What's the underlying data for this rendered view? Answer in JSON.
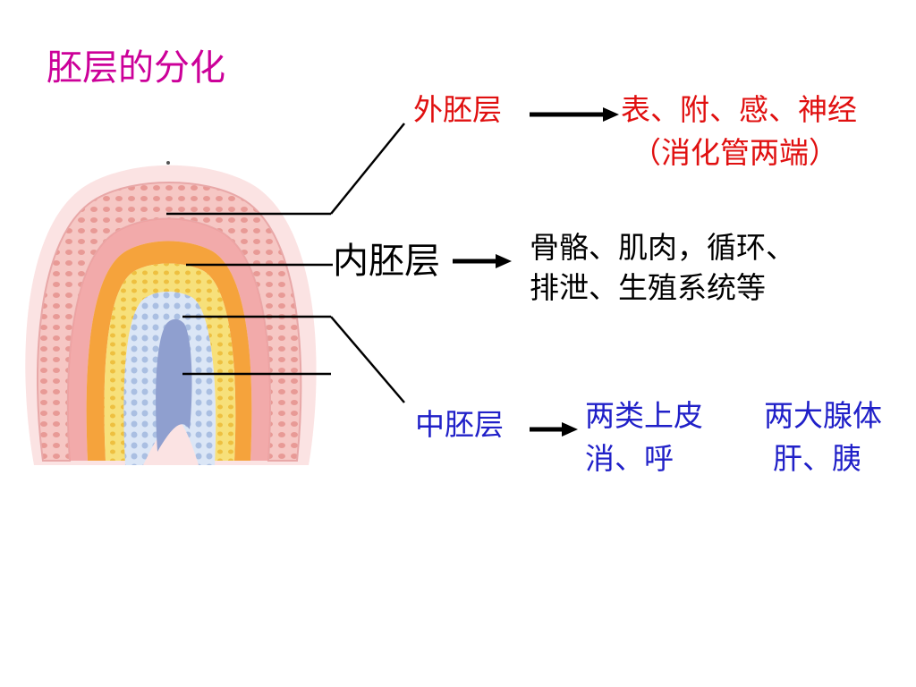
{
  "title": "胚层的分化",
  "ectoderm": {
    "label": "外胚层",
    "derivatives_line1": "表、附、感、神经",
    "derivatives_line2": "（消化管两端）",
    "color": "#e01010"
  },
  "endoderm": {
    "label": "内胚层",
    "derivatives_line1": "骨骼、肌肉，循环、",
    "derivatives_line2": "排泄、生殖系统等",
    "color": "#000000"
  },
  "mesoderm": {
    "label": "中胚层",
    "group1_line1": "两类上皮",
    "group1_line2": "消、呼",
    "group2_line1": "两大腺体",
    "group2_line2": "肝、胰",
    "color": "#2020c8"
  },
  "colors": {
    "title": "#cc0099",
    "ectoderm_tissue": "#f0b4b4",
    "mesoderm_tissue": "#f5c84a",
    "endoderm_tissue": "#c8d6ec"
  }
}
